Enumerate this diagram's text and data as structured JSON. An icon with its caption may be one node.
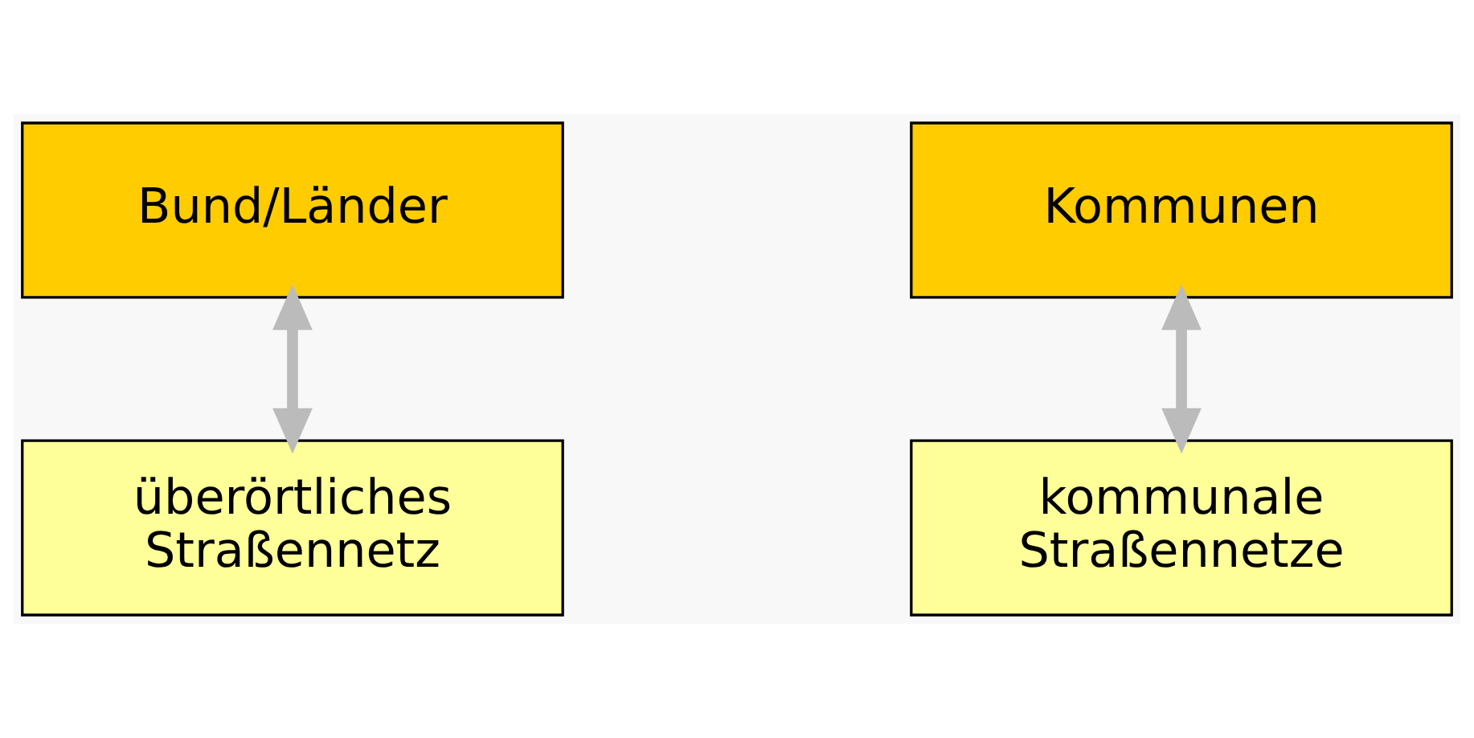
{
  "diagram": {
    "nodes": [
      {
        "text": [
          "Bund/Länder"
        ]
      },
      {
        "text": [
          "überörtliches Straßennetz"
        ]
      },
      {
        "text": [
          "Kommunen"
        ]
      },
      {
        "text": [
          "kommunale Straßennetze"
        ]
      }
    ],
    "edges": [
      {
        "from": 0,
        "to": 1,
        "arrow": "both"
      },
      {
        "from": 2,
        "to": 3,
        "arrow": "both"
      }
    ]
  }
}
